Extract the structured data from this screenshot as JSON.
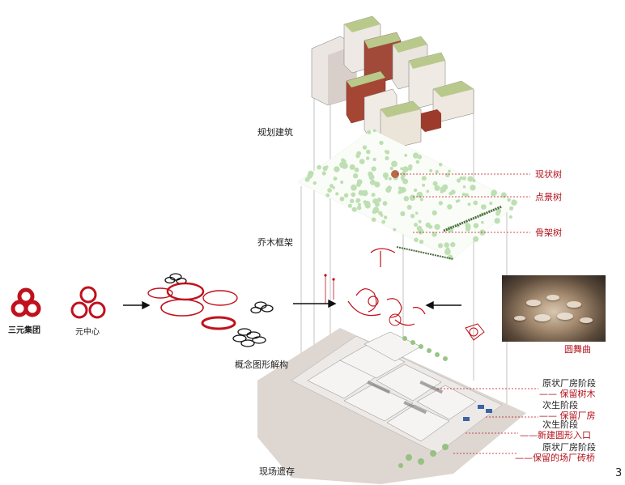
{
  "layers": {
    "planned_buildings": "规划建筑",
    "tree_framework": "乔木框架",
    "concept_deconstruction": "概念图形解构",
    "site_remains": "现场遗存"
  },
  "logos": {
    "sanyuan_group": "三元集团",
    "yuan_center": "元中心"
  },
  "tree_callouts": {
    "existing_trees": "现状树",
    "feature_trees": "点景树",
    "framework_trees": "骨架树"
  },
  "photo_caption": "圆舞曲",
  "site_callouts": [
    {
      "text": "原状厂房阶段",
      "color": "dark"
    },
    {
      "text": "—— 保留树木",
      "color": "red"
    },
    {
      "text": "次生阶段",
      "color": "dark"
    },
    {
      "text": "—— 保留厂房",
      "color": "red"
    },
    {
      "text": "次生阶段",
      "color": "dark"
    },
    {
      "text": "——新建圆形入口",
      "color": "red"
    },
    {
      "text": "原状厂房阶段",
      "color": "dark"
    },
    {
      "text": "——保留的场厂砖桥",
      "color": "red"
    }
  ],
  "page_number": "3",
  "colors": {
    "accent_red": "#c0111c",
    "brick": "#9c3b2b",
    "green_roof": "#b8c88a",
    "tree_green": "#a9cf9a"
  }
}
